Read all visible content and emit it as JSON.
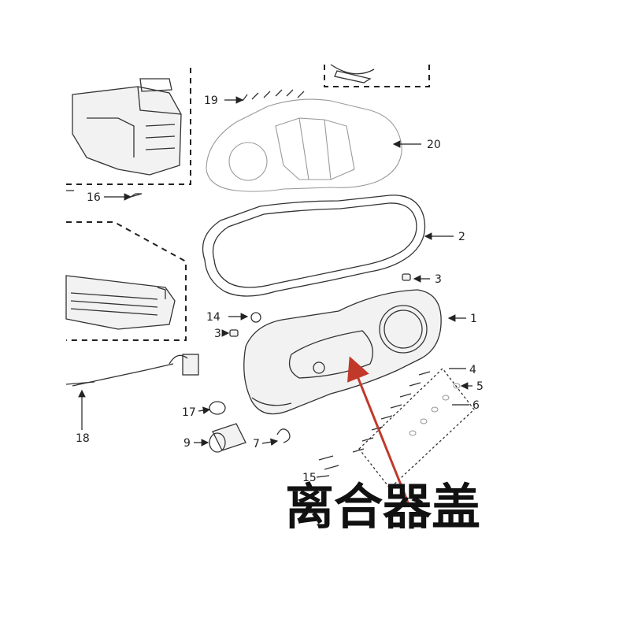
{
  "parts": {
    "p1": "1",
    "p2": "2",
    "p3a": "3",
    "p3b": "3",
    "p4": "4",
    "p5": "5",
    "p6": "6",
    "p7": "7",
    "p9": "9",
    "p14": "14",
    "p15": "15",
    "p16": "16",
    "p17": "17",
    "p18": "18",
    "p19": "19",
    "p20": "20"
  },
  "annotation": {
    "text": "离合器盖",
    "arrow_color": "#c0392b"
  }
}
